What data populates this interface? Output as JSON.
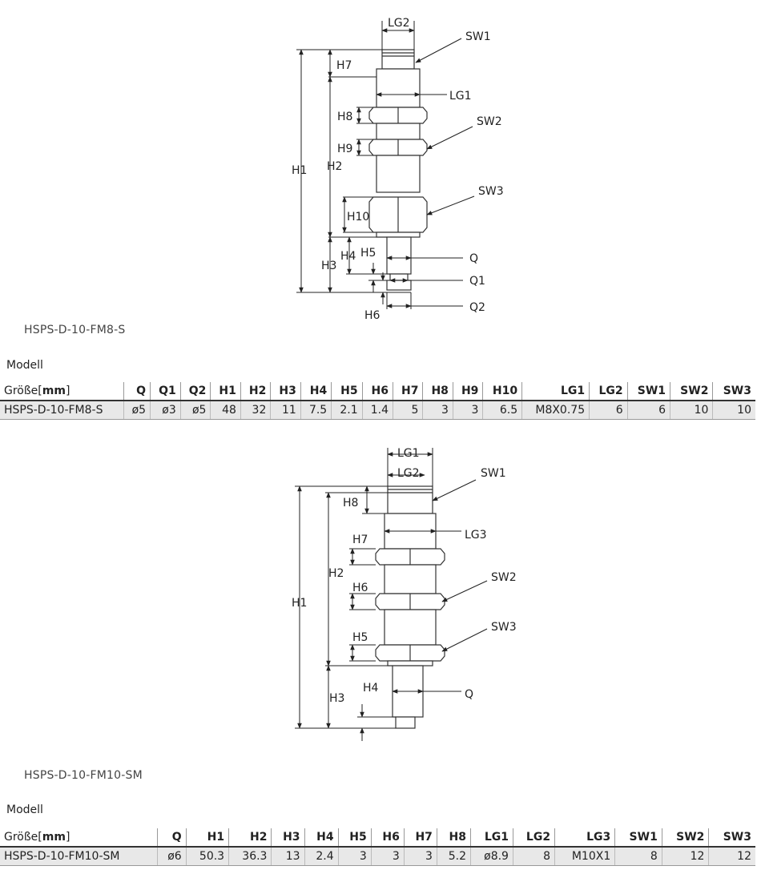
{
  "drawing1": {
    "labels": {
      "LG2": "LG2",
      "SW1": "SW1",
      "H7": "H7",
      "LG1": "LG1",
      "H8": "H8",
      "SW2": "SW2",
      "H9": "H9",
      "H1": "H1",
      "H2": "H2",
      "SW3": "SW3",
      "H10": "H10",
      "H4": "H4",
      "H5": "H5",
      "H3": "H3",
      "Q": "Q",
      "Q1": "Q1",
      "Q2": "Q2",
      "H6": "H6"
    }
  },
  "drawing2": {
    "labels": {
      "LG1": "LG1",
      "LG2": "LG2",
      "SW1": "SW1",
      "H8": "H8",
      "LG3": "LG3",
      "H7": "H7",
      "H2": "H2",
      "H1": "H1",
      "H6": "H6",
      "SW2": "SW2",
      "SW3": "SW3",
      "H5": "H5",
      "H4": "H4",
      "Q": "Q",
      "H3": "H3"
    }
  },
  "table1": {
    "caption": "HSPS-D-10-FM8-S",
    "modell": "Modell",
    "size_label": "Größe",
    "unit_open": "[",
    "unit": "mm",
    "unit_close": "]",
    "headers": [
      "Q",
      "Q1",
      "Q2",
      "H1",
      "H2",
      "H3",
      "H4",
      "H5",
      "H6",
      "H7",
      "H8",
      "H9",
      "H10",
      "LG1",
      "LG2",
      "SW1",
      "SW2",
      "SW3"
    ],
    "row": [
      "HSPS-D-10-FM8-S",
      "ø5",
      "ø3",
      "ø5",
      "48",
      "32",
      "11",
      "7.5",
      "2.1",
      "1.4",
      "5",
      "3",
      "3",
      "6.5",
      "M8X0.75",
      "6",
      "6",
      "10",
      "10"
    ]
  },
  "table2": {
    "caption": "HSPS-D-10-FM10-SM",
    "modell": "Modell",
    "size_label": "Größe",
    "unit_open": "[",
    "unit": "mm",
    "unit_close": "]",
    "headers": [
      "Q",
      "H1",
      "H2",
      "H3",
      "H4",
      "H5",
      "H6",
      "H7",
      "H8",
      "LG1",
      "LG2",
      "LG3",
      "SW1",
      "SW2",
      "SW3"
    ],
    "row": [
      "HSPS-D-10-FM10-SM",
      "ø6",
      "50.3",
      "36.3",
      "13",
      "2.4",
      "3",
      "3",
      "3",
      "5.2",
      "ø8.9",
      "8",
      "M10X1",
      "8",
      "12",
      "12"
    ]
  }
}
